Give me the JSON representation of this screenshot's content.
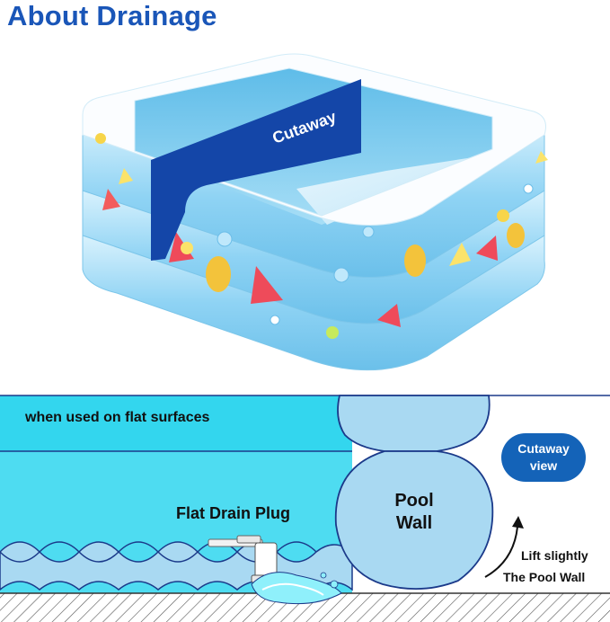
{
  "title": "About Drainage",
  "illustration": {
    "cutaway_label": "Cutaway"
  },
  "diagram": {
    "surface_label": "when used on flat surfaces",
    "pool_wall_line1": "Pool",
    "pool_wall_line2": "Wall",
    "drain_plug_label": "Flat Drain Plug",
    "cutaway_badge_line1": "Cutaway",
    "cutaway_badge_line2": "view",
    "lift_line1": "Lift slightly",
    "lift_line2": "The Pool Wall"
  },
  "colors": {
    "title_blue": "#1a56b8",
    "water_cyan": "#33d6ee",
    "pool_wall_blue": "#a9d9f2",
    "outline_navy": "#1b3a8a",
    "badge_blue": "#1463b8",
    "cutaway_panel_blue": "#1446a8"
  }
}
